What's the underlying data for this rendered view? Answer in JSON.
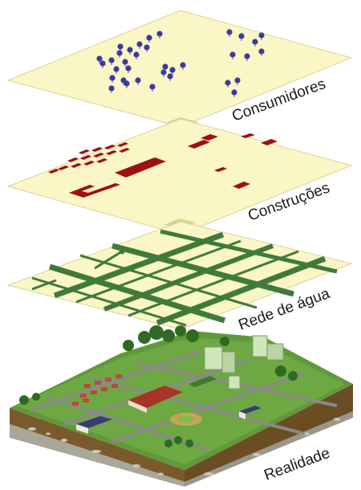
{
  "layers": [
    {
      "id": "consumidores",
      "label": "Consumidores"
    },
    {
      "id": "construcoes",
      "label": "Construções"
    },
    {
      "id": "rede",
      "label": "Rede de água"
    },
    {
      "id": "realidade",
      "label": "Realidade"
    }
  ],
  "colors": {
    "plane_fill": "#fbf6c6",
    "plane_edge": "#d8d39a",
    "connector": "#d8d394",
    "consumer_marker": "#3a3a9e",
    "consumer_stem": "#5a5a8a",
    "building_block": "#a01010",
    "water_pipe": "#3f7a3c",
    "terrain_grass": "#5f9a3a",
    "terrain_grass_light": "#84bb4a",
    "road": "#8a8a86",
    "soil": "#7a5a2c",
    "rock": "#a9a69a"
  }
}
